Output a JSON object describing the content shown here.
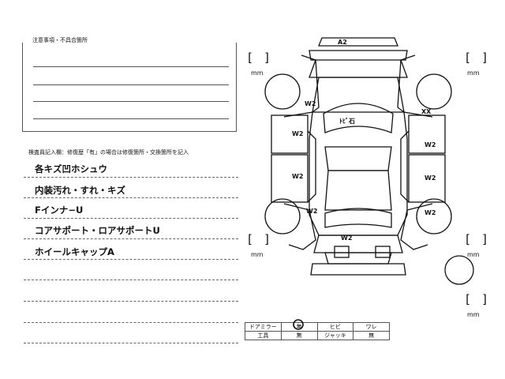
{
  "notes": {
    "title": "注意事項・不具合箇所"
  },
  "inspector": {
    "label": "検査員記入欄：修復歴「有」の場合は修復箇所・交換箇所を記入"
  },
  "remarks": [
    "各キズ凹ホシュウ",
    "内装汚れ・すれ・キズ",
    "Fインナ−U",
    "コアサポート・ロアサポートU",
    "ホイールキャップA"
  ],
  "diagram": {
    "marks": {
      "roof": "A2",
      "windshield": "ﾄﾋﾞ石",
      "hood_left": "W2",
      "hood_right": "XX",
      "front_door_left": "W2",
      "front_door_right": "W2",
      "rear_door_left": "W2",
      "rear_door_right": "W2",
      "rear_left": "W2",
      "rear_right": "W2",
      "trunk": "W2"
    },
    "unit": "mm",
    "bracket": "[ ]"
  },
  "legend": {
    "row1": [
      "ドアミラー",
      "無",
      "ヒビ",
      "ワレ"
    ],
    "row2": [
      "工具",
      "無",
      "ジャッキ",
      "無"
    ]
  }
}
